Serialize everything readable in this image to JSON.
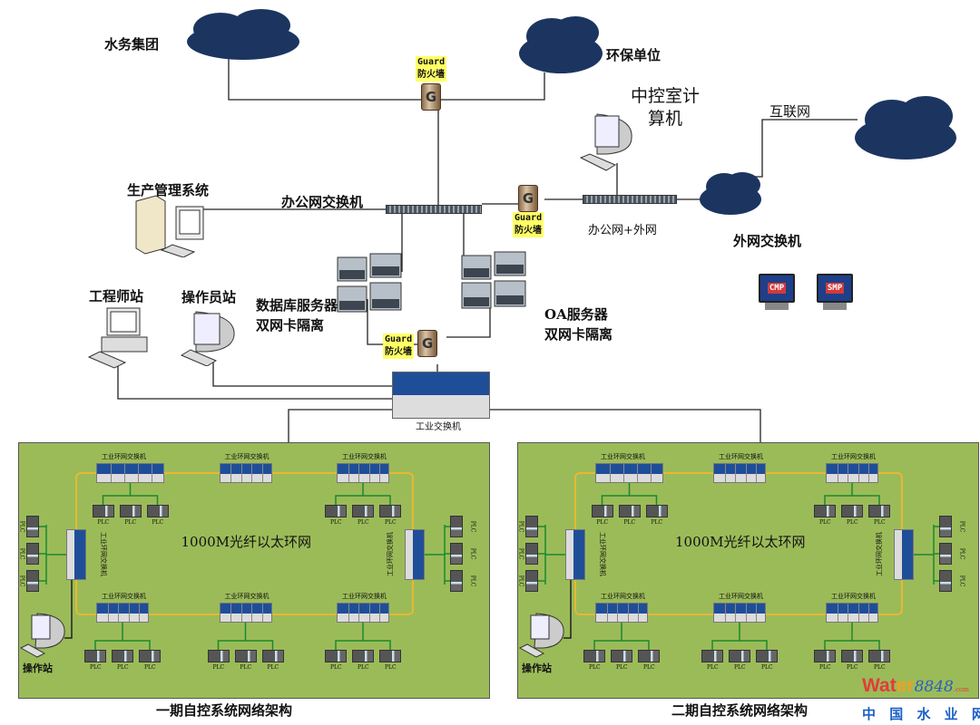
{
  "nodes": {
    "water_group": "水务集团",
    "env_unit": "环保单位",
    "control_room_pc": "中控室计\n算机",
    "internet": "互联网",
    "production_mgmt": "生产管理系统",
    "office_switch": "办公网交换机",
    "office_external": "办公网+外网",
    "external_switch": "外网交换机",
    "engineer_station": "工程师站",
    "operator_station": "操作员站",
    "db_server": "数据库服务器\n双网卡隔离",
    "oa_server": "OA服务器\n双网卡隔离",
    "industrial_switch": "工业交换机",
    "cmp": "CMP",
    "smp": "SMP"
  },
  "firewall": {
    "label_top": "Guard",
    "label_bottom": "防火墙",
    "glyph": "G"
  },
  "rings": [
    {
      "caption": "一期自控系统网络架构",
      "ring_title": "1000M光纤以太环网",
      "switch_label": "工业环网交换机",
      "plc_label": "PLC",
      "station_label": "操作站"
    },
    {
      "caption": "二期自控系统网络架构",
      "ring_title": "1000M光纤以太环网",
      "switch_label": "工业环网交换机",
      "plc_label": "PLC",
      "station_label": "操作站"
    }
  ],
  "watermark": {
    "brand_a": "Wat",
    "brand_b": "er",
    "brand_c": "8848",
    "brand_d": ".com",
    "subtitle": "中 国 水 业 网"
  },
  "colors": {
    "ring_bg": "#9bbb59",
    "ring_line": "#e8b830",
    "switch_blue": "#1f4e99",
    "cloud": "#1c3560"
  }
}
